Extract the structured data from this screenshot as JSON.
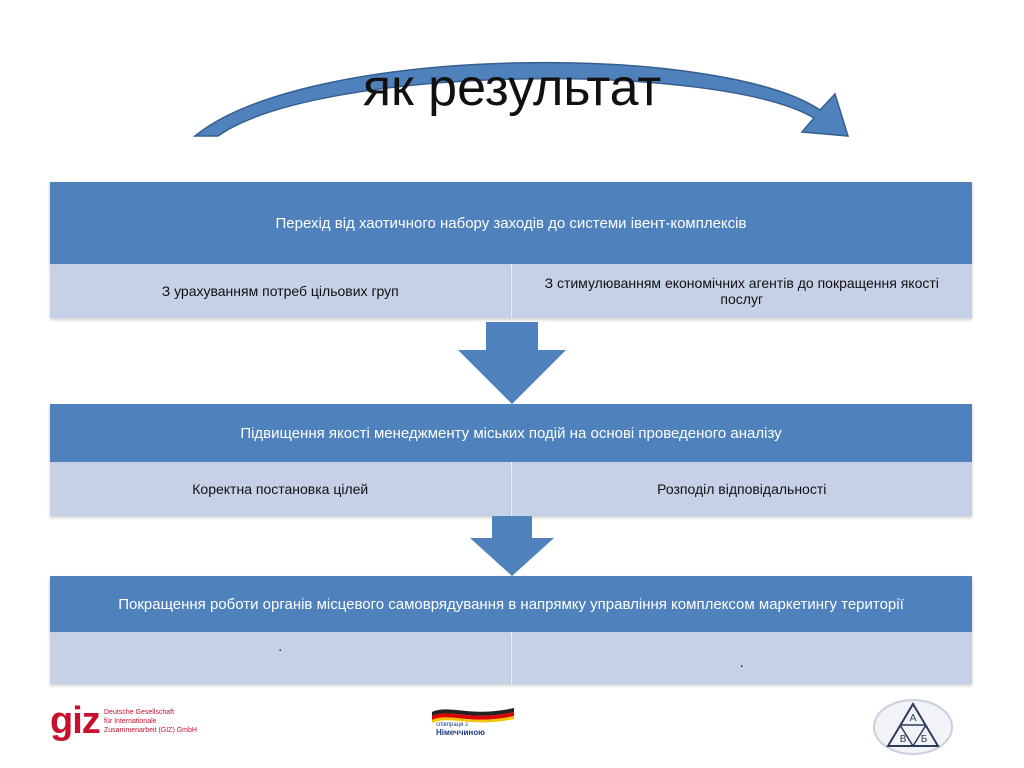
{
  "slide": {
    "title": "як результат",
    "colors": {
      "header": "#4f81bd",
      "sub": "#c6d0e6",
      "arrow": "#4f81bd"
    }
  },
  "blocks": [
    {
      "header": "Перехід від хаотичного набору заходів до системи івент-комплексів",
      "items": [
        "З урахуванням потреб цільових груп",
        "З стимулюванням економічних агентів до покращення якості послуг"
      ]
    },
    {
      "header": "Підвищення якості менеджменту міських подій на основі проведеного  аналізу",
      "items": [
        "Коректна постановка цілей",
        "Розподіл відповідальності"
      ]
    },
    {
      "header": "Покращення роботи органів місцевого самоврядування в напрямку управління комплексом маркетингу території",
      "items": [
        ".",
        "."
      ]
    }
  ],
  "logos": {
    "giz": {
      "mark": "giz",
      "text": [
        "Deutsche Gesellschaft",
        "für Internationale",
        "Zusammenarbeit (GIZ) GmbH"
      ]
    },
    "center": {
      "text": [
        "співпраця з",
        "Німеччиною"
      ]
    },
    "right": {
      "letters": [
        "А",
        "В",
        "Б"
      ]
    }
  }
}
